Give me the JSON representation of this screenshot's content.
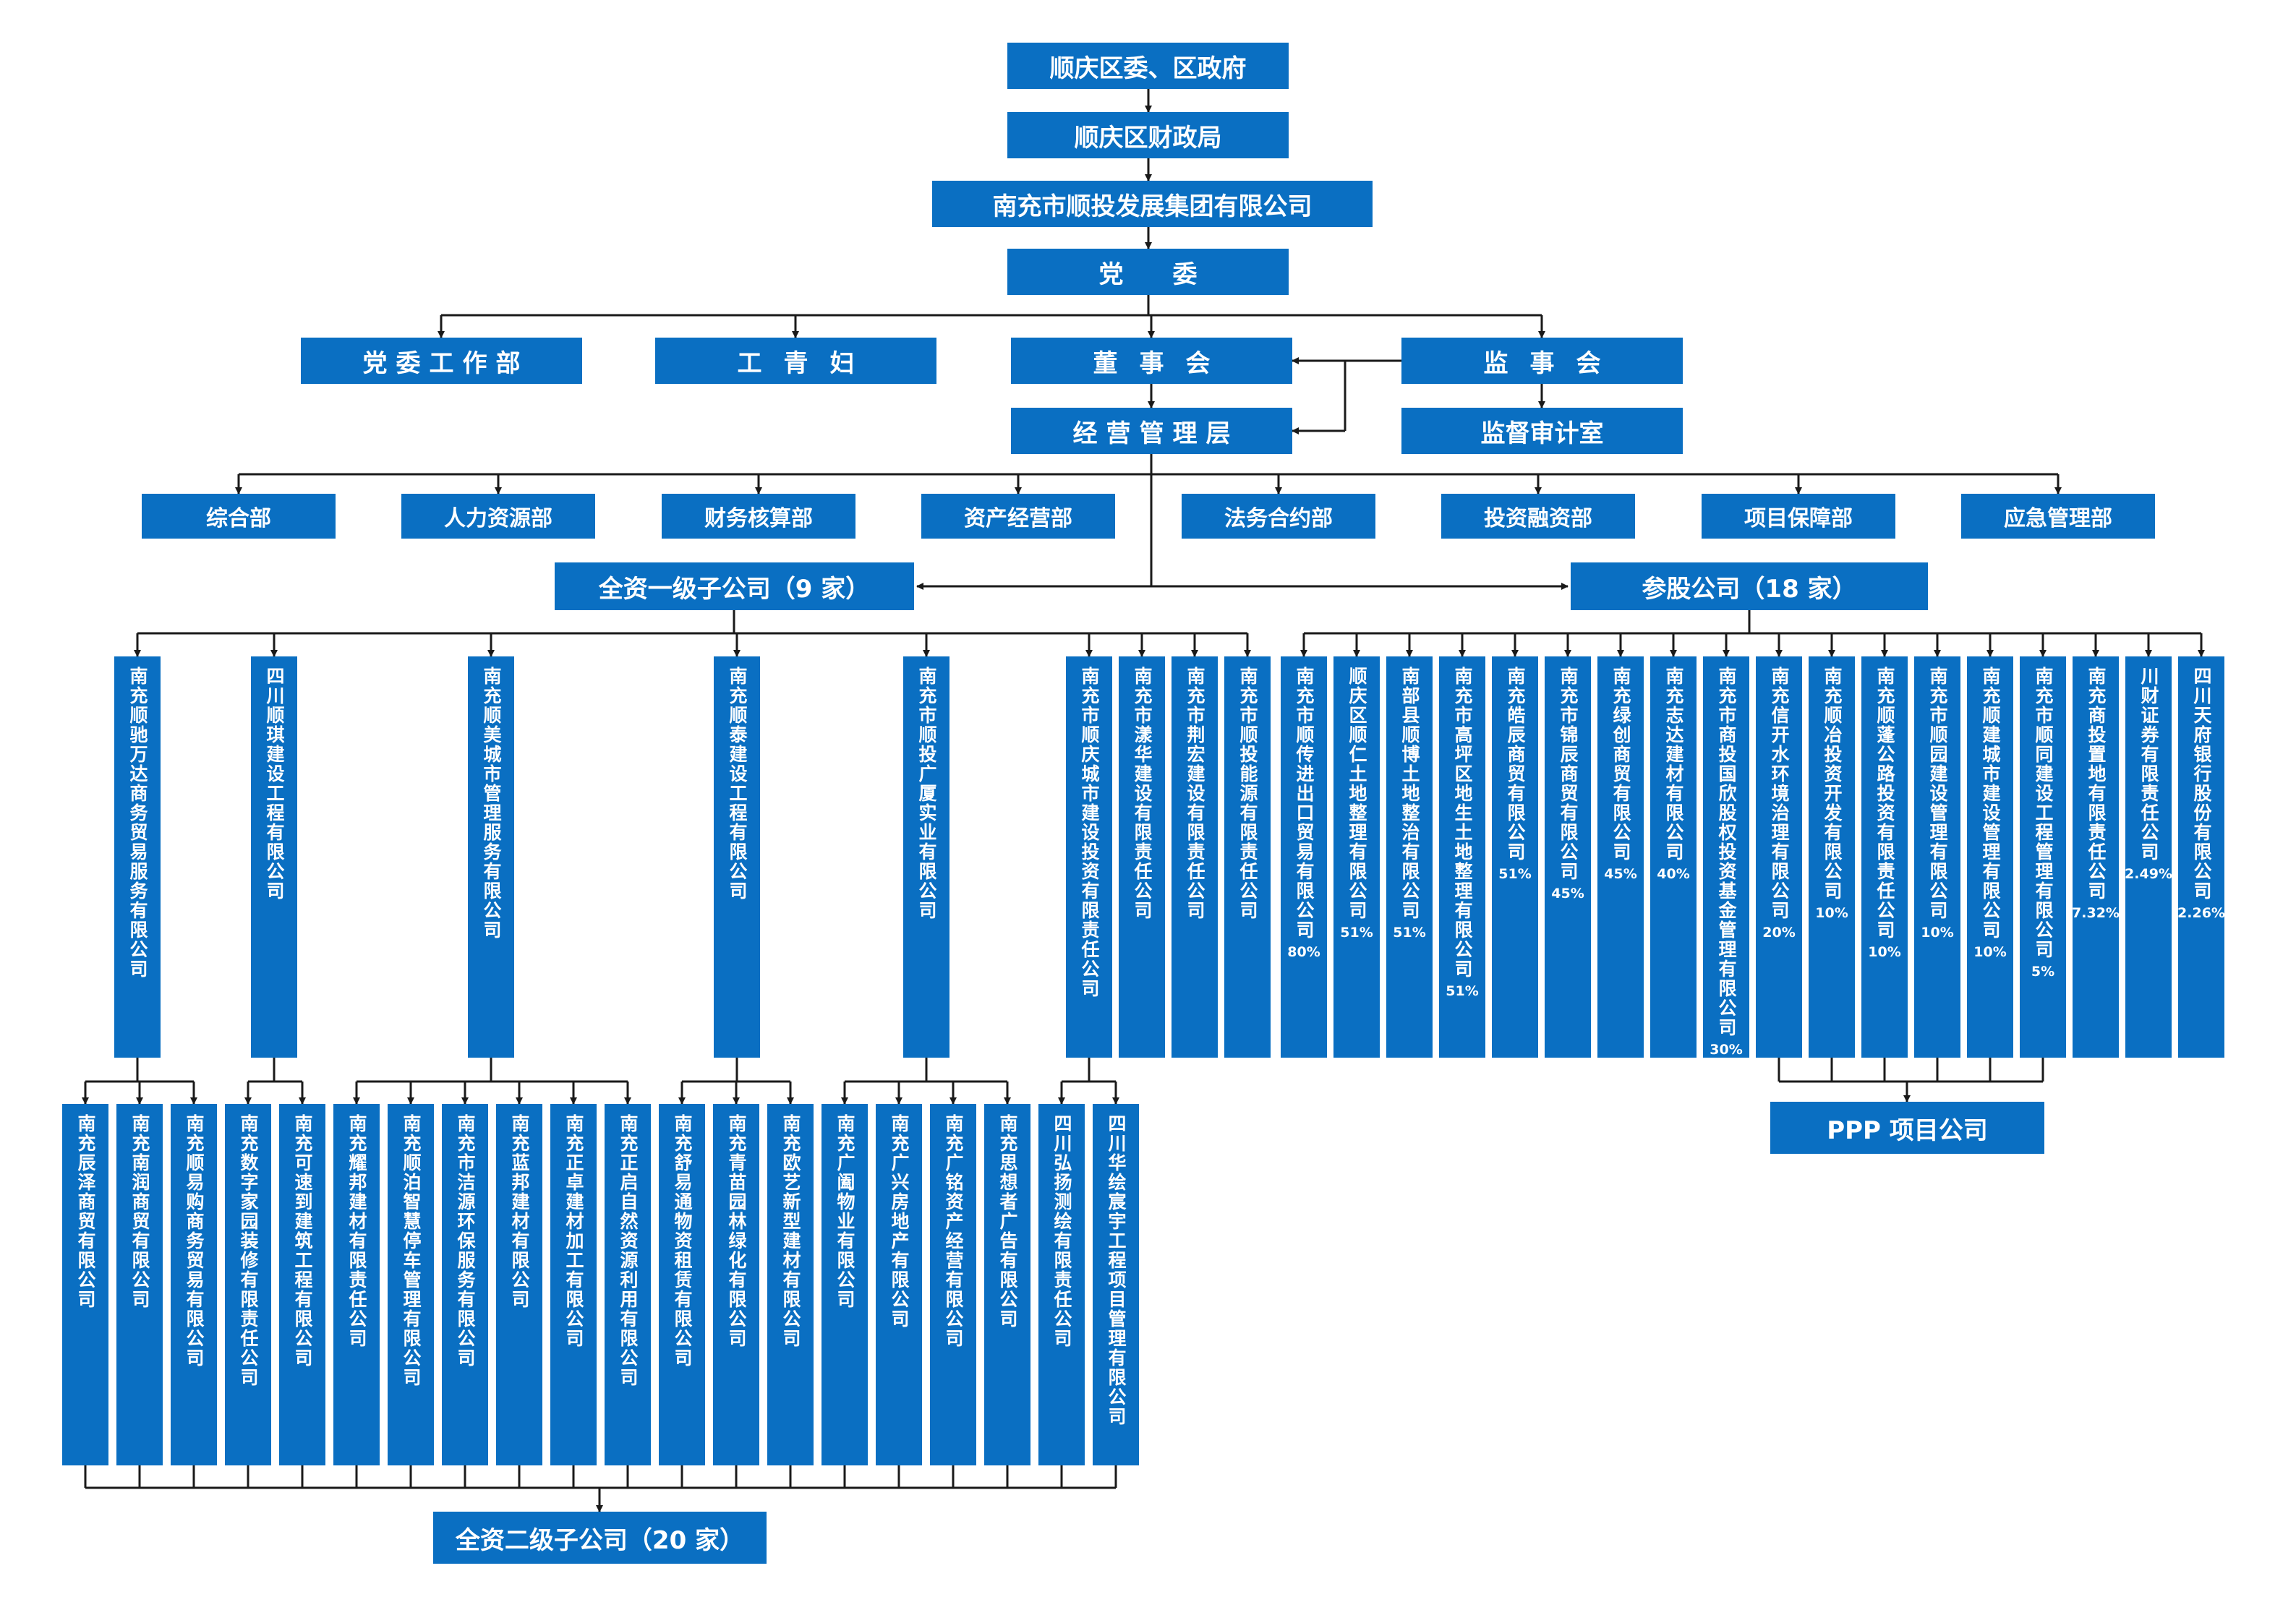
{
  "top": {
    "gov": "顺庆区委、区政府",
    "finance": "顺庆区财政局",
    "group": "南充市顺投发展集团有限公司",
    "party": "党　　委"
  },
  "level2": {
    "party_work": "党委工作部",
    "youth": "工青妇",
    "board": "董事会",
    "supervisors": "监事会",
    "management": "经营管理层",
    "audit": "监督审计室"
  },
  "departments": [
    "综合部",
    "人力资源部",
    "财务核算部",
    "资产经营部",
    "法务合约部",
    "投资融资部",
    "项目保障部",
    "应急管理部"
  ],
  "groups": {
    "wholly_first": "全资一级子公司（9 家）",
    "shareholding": "参股公司（18 家）",
    "wholly_second": "全资二级子公司（20 家）",
    "ppp": "PPP 项目公司"
  },
  "first_level": [
    "南充顺驰万达商务贸易服务有限公司",
    "四川顺琪建设工程有限公司",
    "南充顺美城市管理服务有限公司",
    "南充顺泰建设工程有限公司",
    "南充市顺投广厦实业有限公司",
    "南充市顺庆城市建设投资有限责任公司",
    "南充市漾华建设有限责任公司",
    "南充市荆宏建设有限责任公司",
    "南充市顺投能源有限责任公司"
  ],
  "shareholding_companies": [
    {
      "name": "南充市顺传进出口贸易有限公司",
      "pct": "80%"
    },
    {
      "name": "顺庆区顺仁土地整理有限公司",
      "pct": "51%"
    },
    {
      "name": "南部县顺博土地整治有限公司",
      "pct": "51%"
    },
    {
      "name": "南充市高坪区地生土地整理有限公司",
      "pct": "51%"
    },
    {
      "name": "南充皓辰商贸有限公司",
      "pct": "51%"
    },
    {
      "name": "南充市锦辰商贸有限公司",
      "pct": "45%"
    },
    {
      "name": "南充绿创商贸有限公司",
      "pct": "45%"
    },
    {
      "name": "南充志达建材有限公司",
      "pct": "40%"
    },
    {
      "name": "南充市商投国欣股权投资基金管理有限公司",
      "pct": "30%"
    },
    {
      "name": "南充信开水环境治理有限公司",
      "pct": "20%"
    },
    {
      "name": "南充顺冶投资开发有限公司",
      "pct": "10%"
    },
    {
      "name": "南充顺蓬公路投资有限责任公司",
      "pct": "10%"
    },
    {
      "name": "南充市顺园建设管理有限公司",
      "pct": "10%"
    },
    {
      "name": "南充顺建城市建设管理有限公司",
      "pct": "10%"
    },
    {
      "name": "南充市顺同建设工程管理有限公司",
      "pct": "5%"
    },
    {
      "name": "南充商投置地有限责任公司",
      "pct": "7.32%"
    },
    {
      "name": "川财证券有限责任公司",
      "pct": "2.49%"
    },
    {
      "name": "四川天府银行股份有限公司",
      "pct": "2.26%"
    }
  ],
  "second_level": [
    "南充辰泽商贸有限公司",
    "南充南润商贸有限公司",
    "南充顺易购商务贸易有限公司",
    "南充数字家园装修有限责任公司",
    "南充可速到建筑工程有限公司",
    "南充耀邦建材有限责任公司",
    "南充顺泊智慧停车管理有限公司",
    "南充市洁源环保服务有限公司",
    "南充蓝邦建材有限公司",
    "南充正卓建材加工有限公司",
    "南充正启自然资源利用有限公司",
    "南充舒易通物资租赁有限公司",
    "南充青苗园林绿化有限公司",
    "南充欧艺新型建材有限公司",
    "南充广阖物业有限公司",
    "南充广兴房地产有限公司",
    "南充广铭资产经营有限公司",
    "南充思想者广告有限公司",
    "四川弘扬测绘有限责任公司",
    "四川华绘宸宇工程项目管理有限公司"
  ],
  "colors": {
    "box": "#0a6fc2",
    "line": "#1a1a1a",
    "text": "#ffffff"
  }
}
